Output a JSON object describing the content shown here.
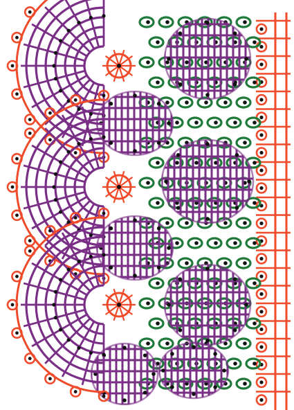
{
  "diagram": {
    "kind": "bobbin lace pattern diagram (hand-drawn, no printed text)",
    "colors": {
      "footside": "#ef4a2a",
      "scallop_edge": "#ef4a2a",
      "scallop_fill": "#7a2f86",
      "cloth_blocks": "#7a2f86",
      "ground_ovals": "#1f7a3a",
      "pin_dots": "#111111",
      "background": "#ffffff"
    },
    "motifs": {
      "scallops": 3,
      "cloth_stitch_blocks": 7,
      "ground_rows": 19,
      "footside_pins": 22
    }
  }
}
